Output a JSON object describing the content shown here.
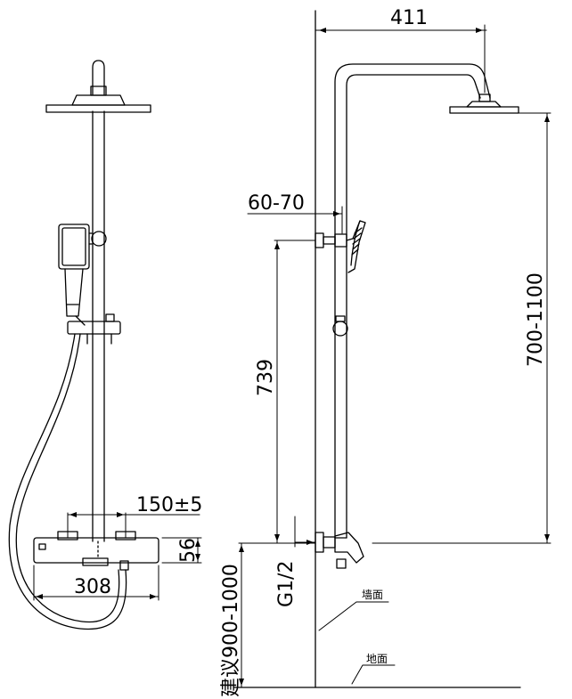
{
  "dimensions": {
    "arm_reach": "411",
    "wall_offset": "60-70",
    "riser_height": "739",
    "head_height": "700-1100",
    "valve_centers": "150±5",
    "valve_width": "308",
    "valve_depth": "56",
    "inlet_thread": "G1/2",
    "install_height": "建议900-1000"
  },
  "labels": {
    "wall": "墙面",
    "floor": "地面"
  },
  "colors": {
    "line": "#000000",
    "background": "#ffffff"
  }
}
